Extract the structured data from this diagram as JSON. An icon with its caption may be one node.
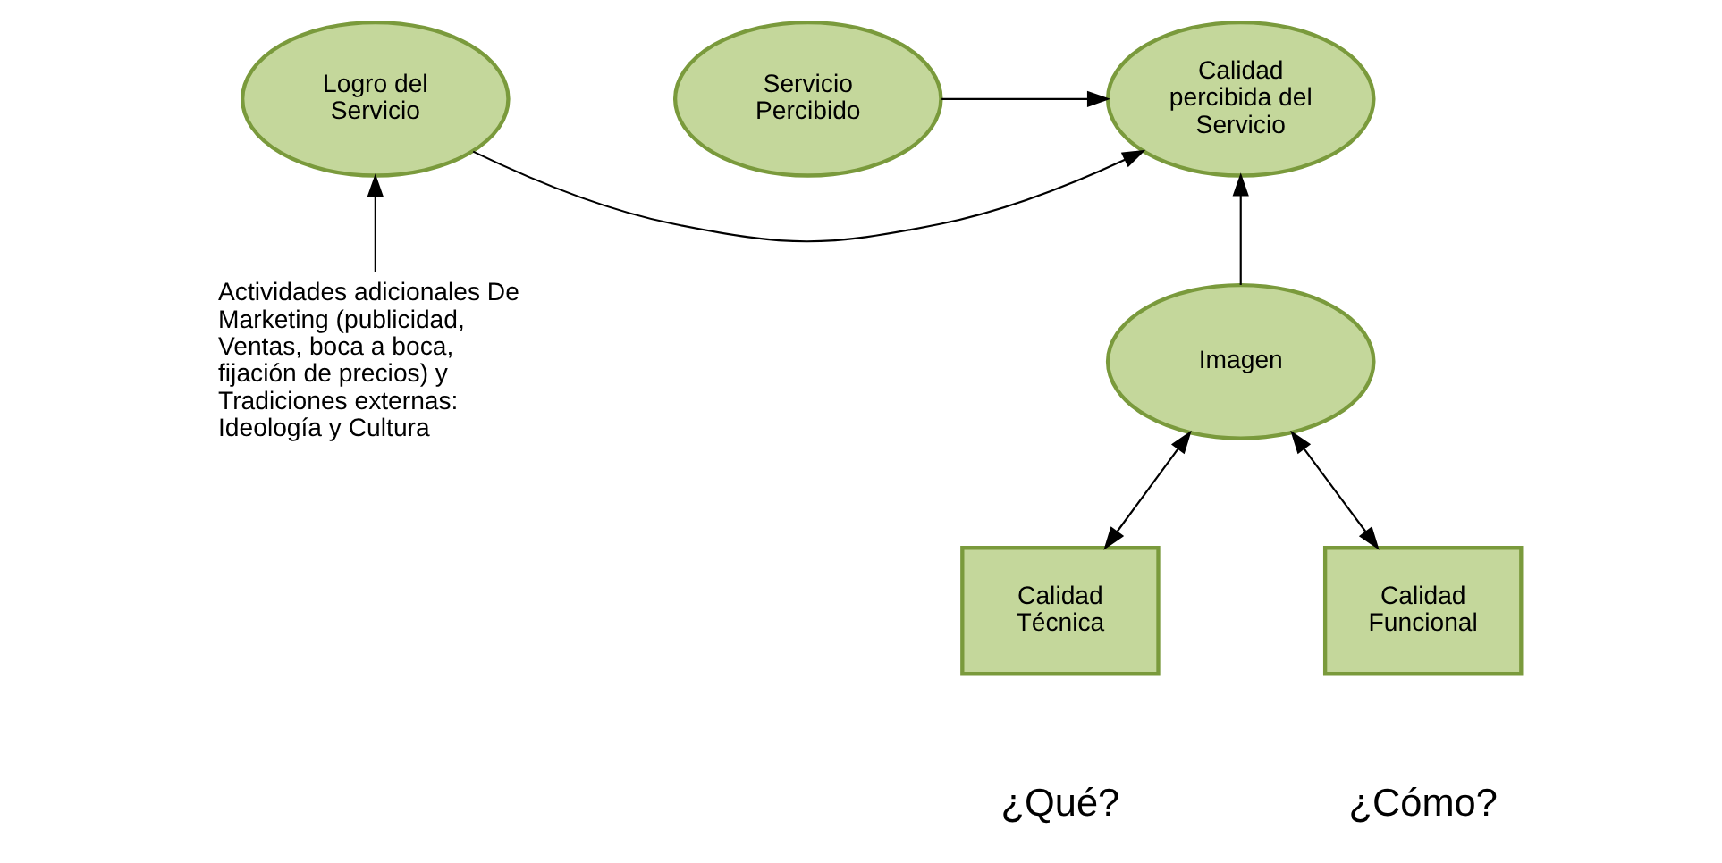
{
  "diagram": {
    "nodes": [
      {
        "text": [
          "Logro del Servicio"
        ]
      },
      {
        "text": [
          "Calidad percibida del Servicio"
        ]
      },
      {
        "text": [
          "Servicio Percibido"
        ]
      },
      {
        "text": [
          "Actividades adicionales De Marketing (publicidad, Ventas, boca a boca, fijación de precios) y Tradiciones externas: Ideología y Cultura"
        ]
      },
      {
        "text": [
          "Imagen"
        ]
      },
      {
        "text": [
          "Calidad Técnica"
        ],
        "beside": [
          "¿Qué?"
        ]
      },
      {
        "text": [
          "Calidad Funcional"
        ],
        "beside": [
          "¿Cómo?"
        ]
      }
    ],
    "edges": [
      {
        "from": 0,
        "to": 1,
        "arrow": "to"
      },
      {
        "from": 2,
        "to": 1,
        "arrow": "to"
      },
      {
        "from": 3,
        "to": 0,
        "arrow": "to"
      },
      {
        "from": 4,
        "to": 1,
        "arrow": "to"
      },
      {
        "from": 5,
        "to": 4,
        "arrow": "both"
      },
      {
        "from": 6,
        "to": 4,
        "arrow": "both"
      }
    ]
  }
}
